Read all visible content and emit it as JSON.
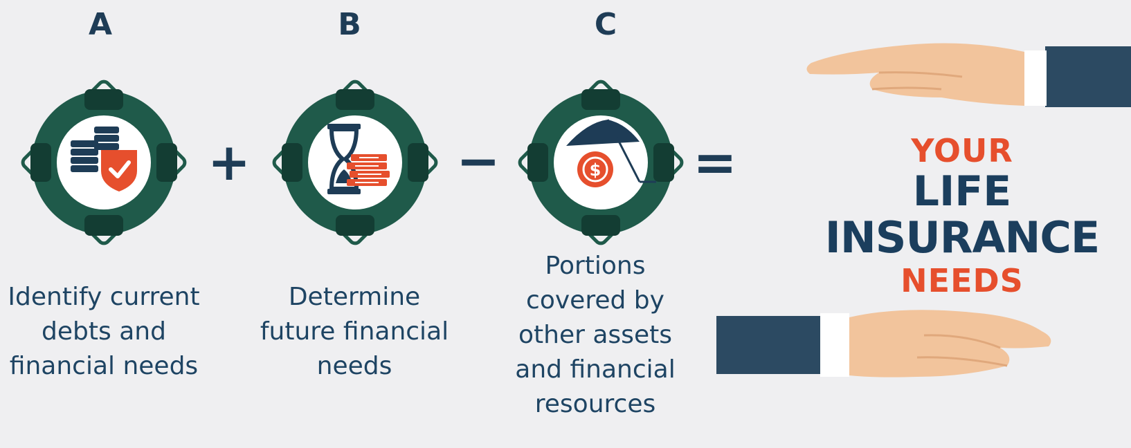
{
  "steps": [
    {
      "letter": "A",
      "caption_lines": [
        "Identify current",
        "debts and",
        "financial needs"
      ],
      "icon": "coins-shield-icon"
    },
    {
      "letter": "B",
      "caption_lines": [
        "Determine",
        "future financial",
        "needs"
      ],
      "icon": "hourglass-cash-icon"
    },
    {
      "letter": "C",
      "caption_lines": [
        "Portions",
        "covered by",
        "other assets",
        "and financial",
        "resources"
      ],
      "icon": "umbrella-coin-icon"
    }
  ],
  "operators": {
    "plus": "+",
    "minus": "−",
    "equals": "="
  },
  "result": {
    "line1": "YOUR",
    "line2": "LIFE",
    "line3": "INSURANCE",
    "line4": "NEEDS"
  },
  "colors": {
    "ring": "#1f5a4a",
    "ring_dark": "#133d33",
    "navy": "#1e3c56",
    "orange": "#e64f2d",
    "skin": "#f2c49c",
    "sleeve": "#2c4a62"
  }
}
